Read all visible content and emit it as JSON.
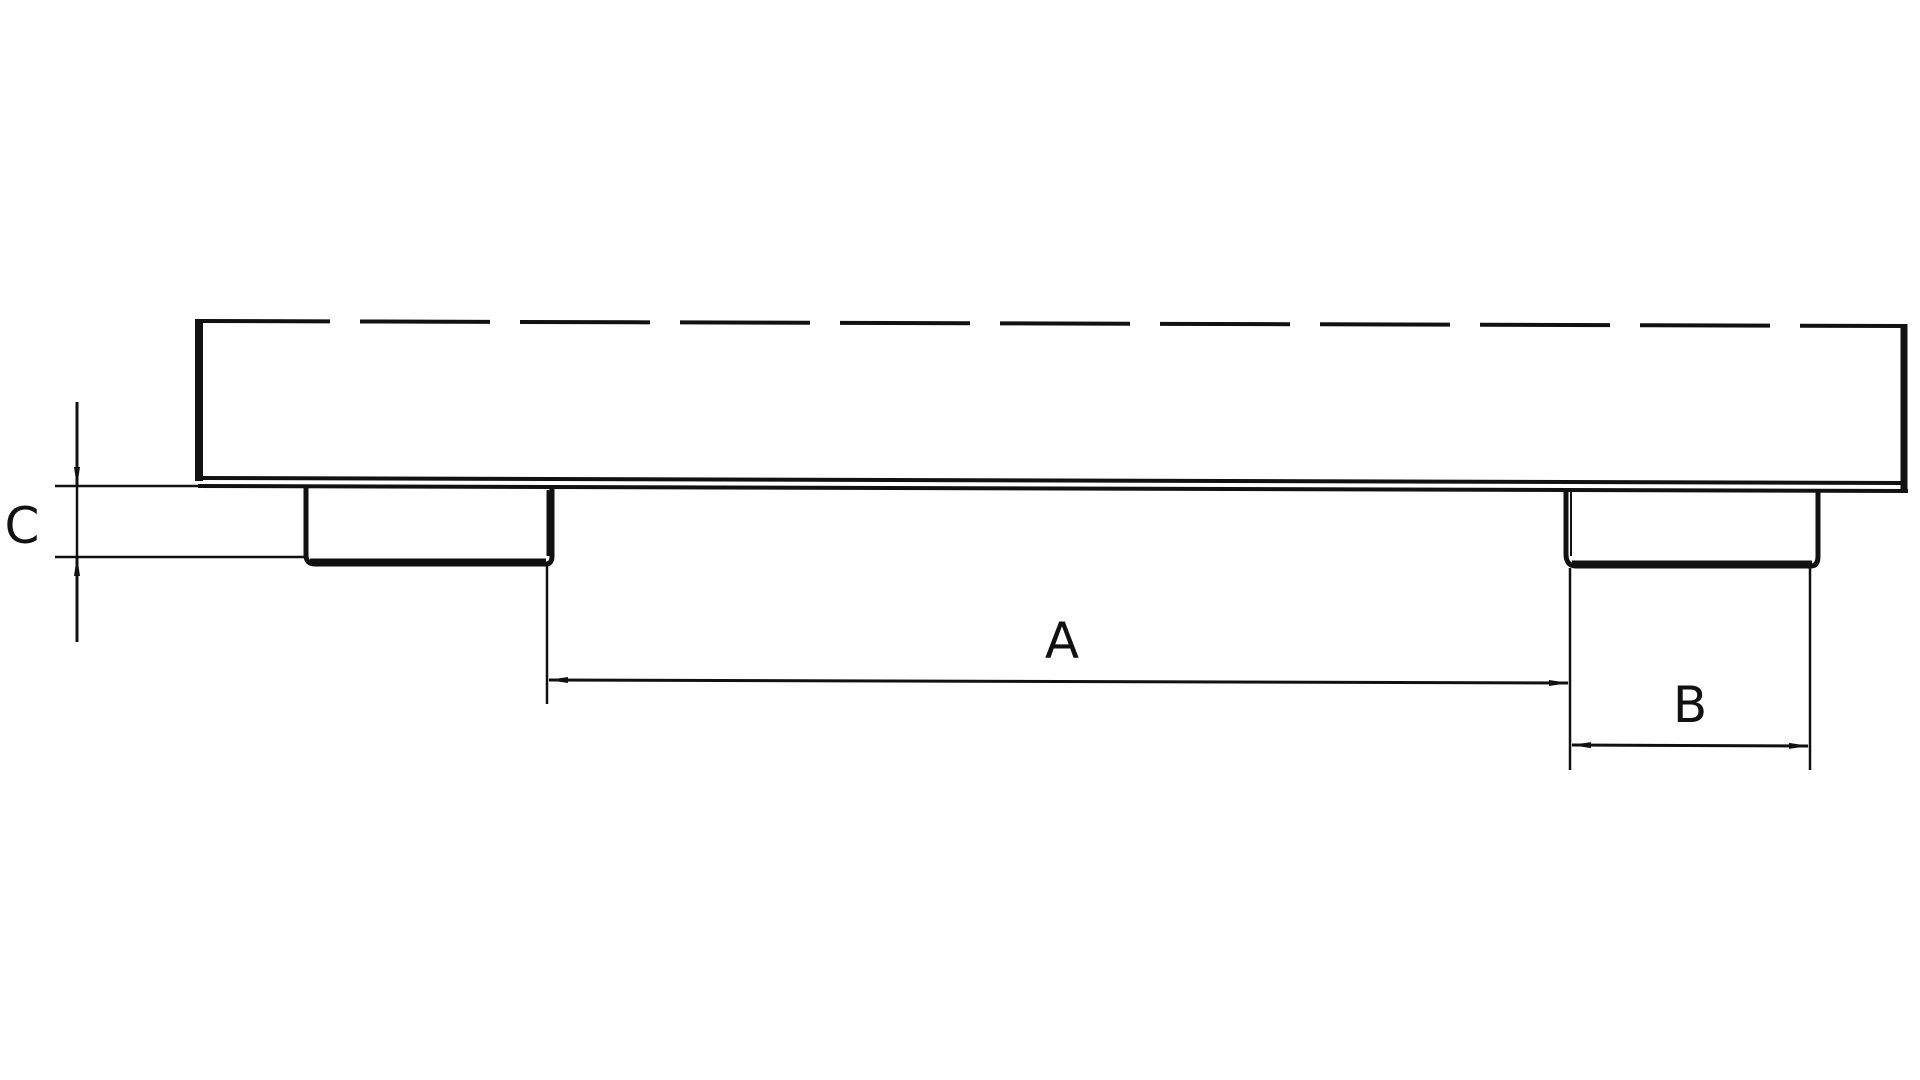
{
  "drawing": {
    "type": "technical-drawing",
    "subject": "container side view with fork pockets",
    "background": "#ffffff",
    "line_color": "#111111"
  },
  "dimensions": {
    "a": {
      "label": "A"
    },
    "b": {
      "label": "B"
    },
    "c": {
      "label": "C"
    }
  }
}
